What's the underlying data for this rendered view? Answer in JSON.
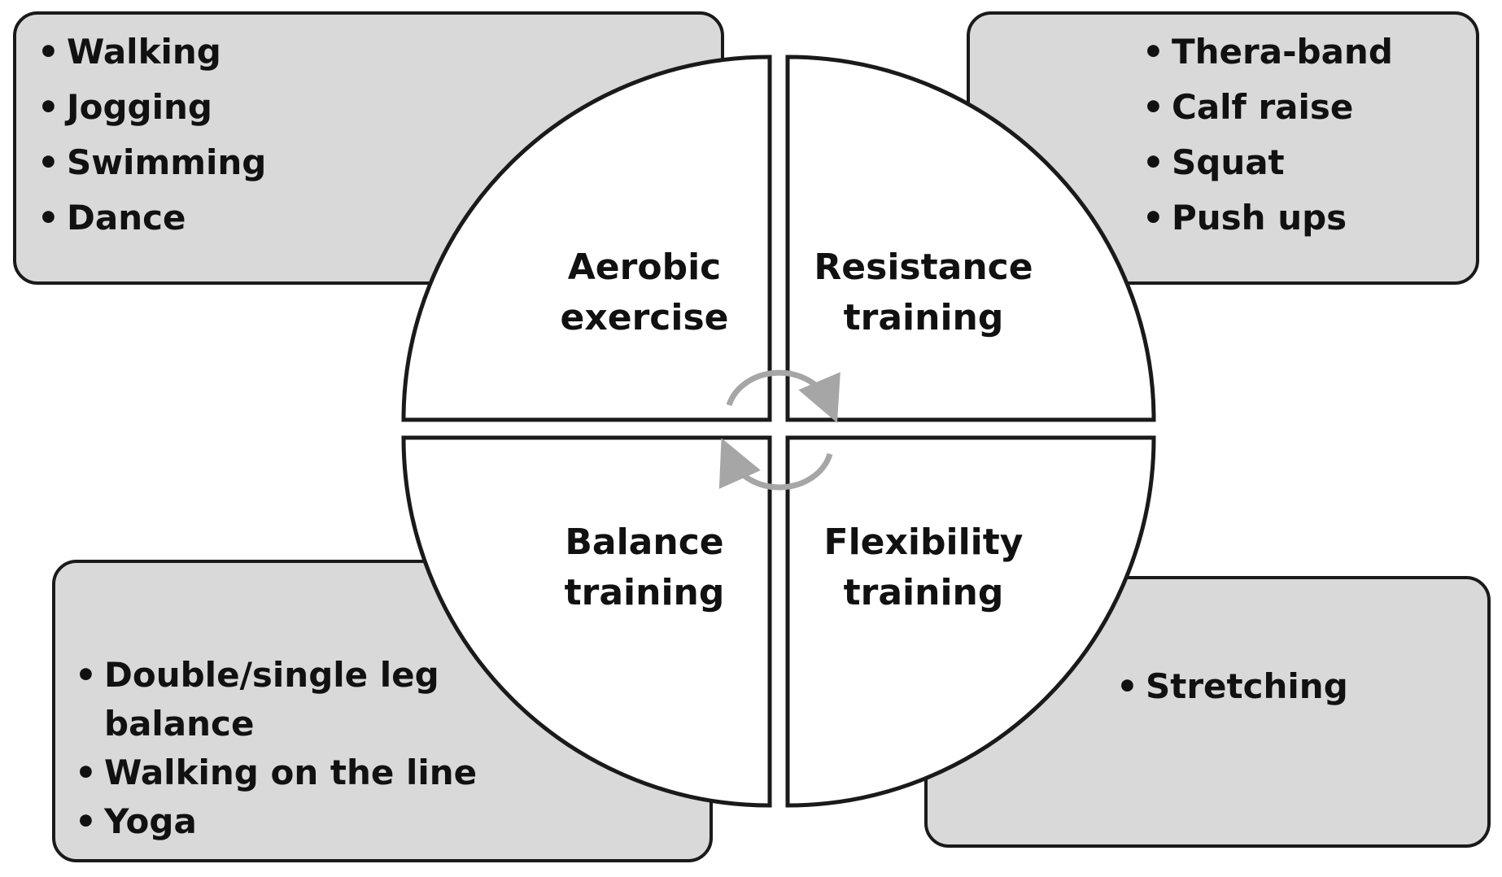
{
  "quadrants": {
    "aerobic": {
      "title_line1": "Aerobic",
      "title_line2": "exercise",
      "items": [
        "Walking",
        "Jogging",
        "Swimming",
        "Dance"
      ]
    },
    "resistance": {
      "title_line1": "Resistance",
      "title_line2": "training",
      "items": [
        "Thera-band",
        "Calf raise",
        "Squat",
        "Push ups"
      ]
    },
    "balance": {
      "title_line1": "Balance",
      "title_line2": "training",
      "items": [
        "Double/single leg balance",
        "Walking on the line",
        "Yoga"
      ]
    },
    "flexibility": {
      "title_line1": "Flexibility",
      "title_line2": "training",
      "items": [
        "Stretching"
      ]
    }
  },
  "colors": {
    "box_fill": "#d9d9d9",
    "outline": "#1a1a1a",
    "cycle_arrow": "#a6a6a6"
  }
}
